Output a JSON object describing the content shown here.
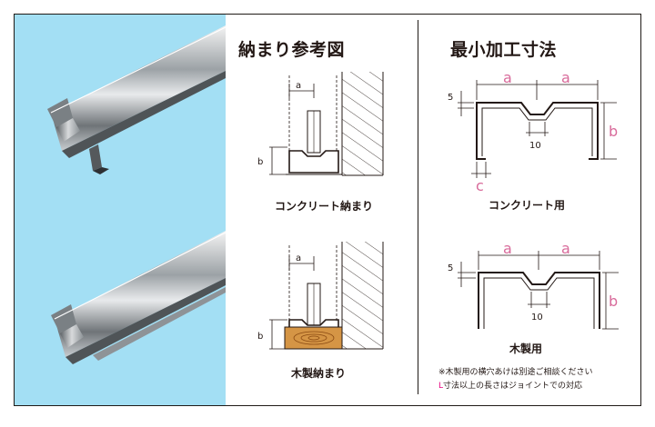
{
  "headings": {
    "install": "納まり参考図",
    "min_dimensions": "最小加工寸法"
  },
  "captions": {
    "concrete_install": "コンクリート納まり",
    "wood_install": "木製納まり",
    "concrete_use": "コンクリート用",
    "wood_use": "木製用"
  },
  "dim_labels": {
    "a": "a",
    "b": "b",
    "c": "c",
    "five": "5",
    "ten": "10"
  },
  "notes": {
    "line1": "※木製用の横穴あけは別途ご相談ください",
    "line2_prefix": "L",
    "line2_rest": "寸法以上の長さはジョイントでの対応"
  },
  "colors": {
    "photo_bg": "#a3dff4",
    "dim_pink": "#d86a9a",
    "note_red": "#e6007e",
    "wood": "#d59545"
  }
}
